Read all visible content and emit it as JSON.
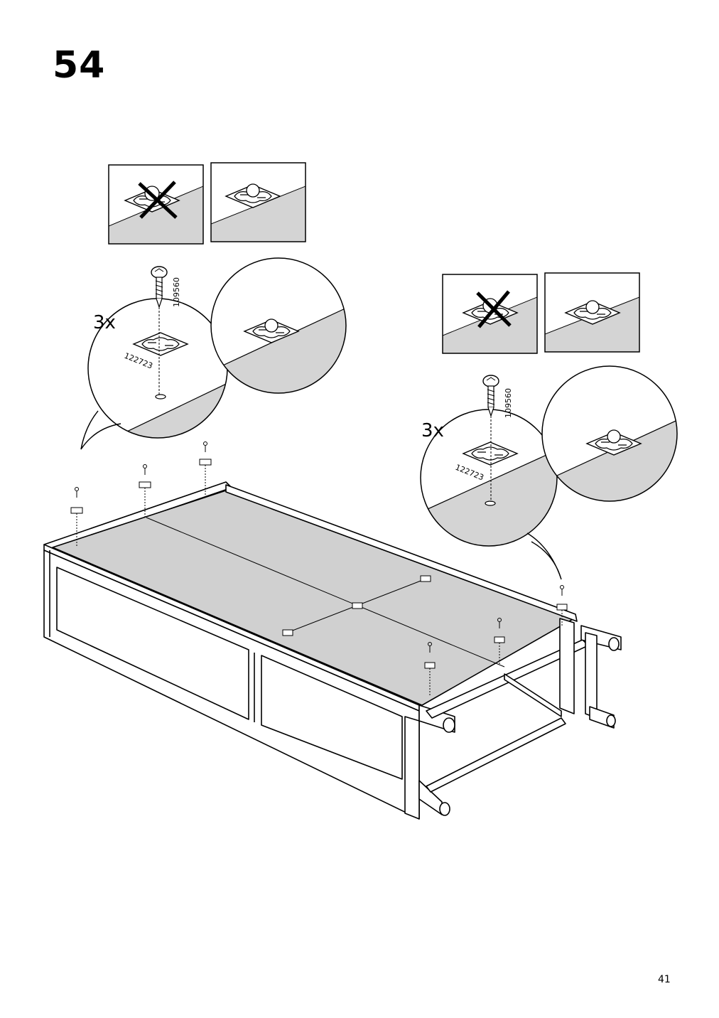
{
  "step": {
    "number": "54"
  },
  "left_callout": {
    "quantity": "3x",
    "screw_part": "109560",
    "bracket_part": "122723"
  },
  "right_callout": {
    "quantity": "3x",
    "screw_part": "109560",
    "bracket_part": "122723"
  },
  "panels": {
    "wrong_orientation": "wrong-orientation-cross-icon",
    "correct_orientation": "correct-orientation"
  },
  "colors": {
    "floor_grey": "#d4d4d4",
    "line": "#000000",
    "board_grey": "#d0d0d0"
  },
  "footer": {
    "page_number": "41"
  }
}
